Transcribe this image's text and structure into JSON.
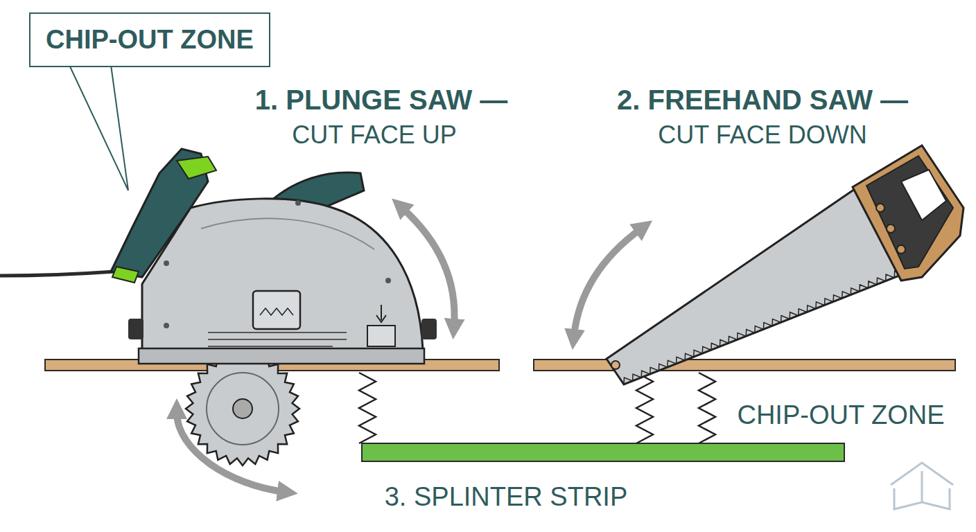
{
  "diagram": {
    "nodes": [
      {
        "text": [
          "CHIP-OUT ZONE"
        ]
      }
    ],
    "labels": [
      "1. PLUNGE SAW —",
      "CUT FACE UP",
      "2. FREEHAND SAW —",
      "CUT FACE DOWN",
      "CHIP-OUT ZONE",
      "3. SPLINTER STRIP"
    ]
  }
}
